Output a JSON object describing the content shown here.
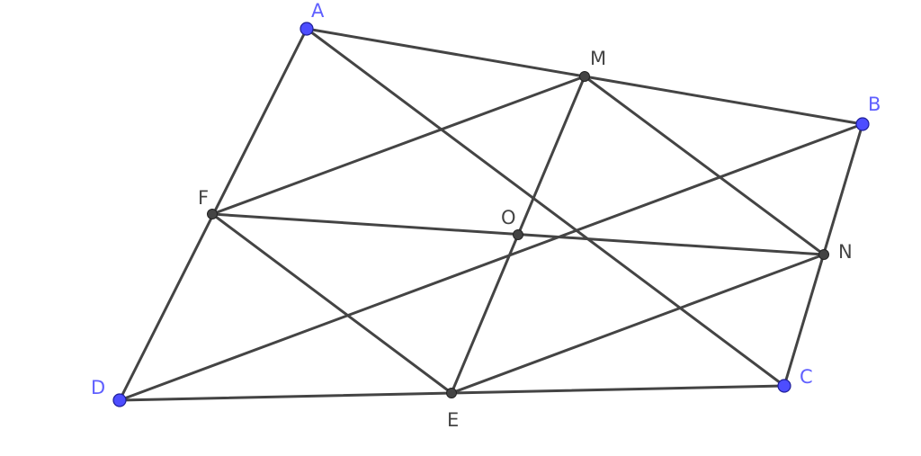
{
  "diagram": {
    "colors": {
      "segment": "#444444",
      "free_point": "#4d4dff",
      "free_label": "#6060ff",
      "dependent_point": "#444444",
      "dependent_label": "#444444"
    },
    "points": {
      "A": {
        "label": "A",
        "kind": "free"
      },
      "B": {
        "label": "B",
        "kind": "free"
      },
      "C": {
        "label": "C",
        "kind": "free"
      },
      "D": {
        "label": "D",
        "kind": "free"
      },
      "M": {
        "label": "M",
        "kind": "dependent"
      },
      "N": {
        "label": "N",
        "kind": "dependent"
      },
      "E": {
        "label": "E",
        "kind": "dependent"
      },
      "F": {
        "label": "F",
        "kind": "dependent"
      },
      "O": {
        "label": "O",
        "kind": "dependent"
      }
    },
    "segments": [
      [
        "A",
        "B"
      ],
      [
        "B",
        "C"
      ],
      [
        "C",
        "D"
      ],
      [
        "D",
        "A"
      ],
      [
        "A",
        "C"
      ],
      [
        "B",
        "D"
      ],
      [
        "M",
        "N"
      ],
      [
        "N",
        "E"
      ],
      [
        "E",
        "F"
      ],
      [
        "F",
        "M"
      ],
      [
        "M",
        "E"
      ],
      [
        "F",
        "N"
      ]
    ]
  }
}
